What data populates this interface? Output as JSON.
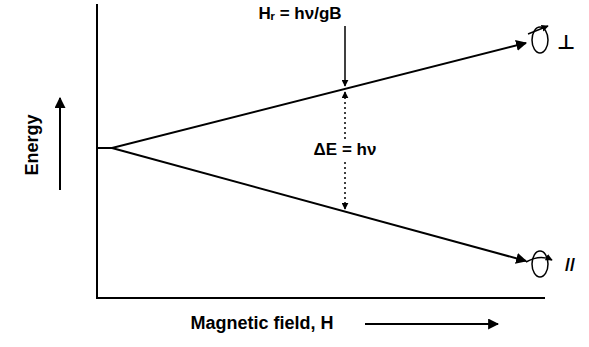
{
  "diagram": {
    "labels": [
      "Hᵣ = hν/gB",
      "⊥",
      "ΔE = hν",
      "//",
      "Energy",
      "Magnetic field, H"
    ]
  }
}
